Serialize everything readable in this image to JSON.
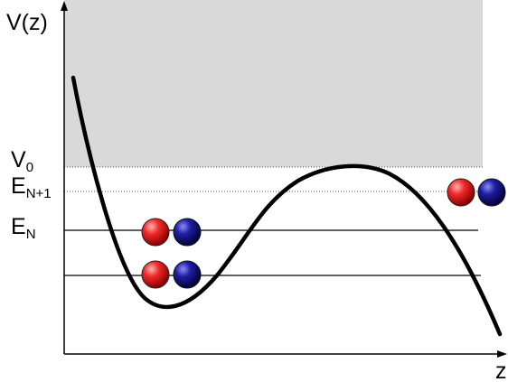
{
  "diagram": {
    "axes": {
      "y_label": "V(z)",
      "x_label": "z"
    },
    "levels": {
      "v0": {
        "main": "V",
        "sub": "0"
      },
      "e_n_plus_1": {
        "main": "E",
        "sub": "N+1"
      },
      "e_n": {
        "main": "E",
        "sub": "N"
      }
    },
    "particles": {
      "red": "red-sphere-icon",
      "blue": "blue-sphere-icon"
    },
    "colors": {
      "classically_forbidden_region": "#d9d9d9",
      "red_sphere": "#e41a1c",
      "blue_sphere": "#1a1a8c",
      "curve": "#000000"
    }
  }
}
